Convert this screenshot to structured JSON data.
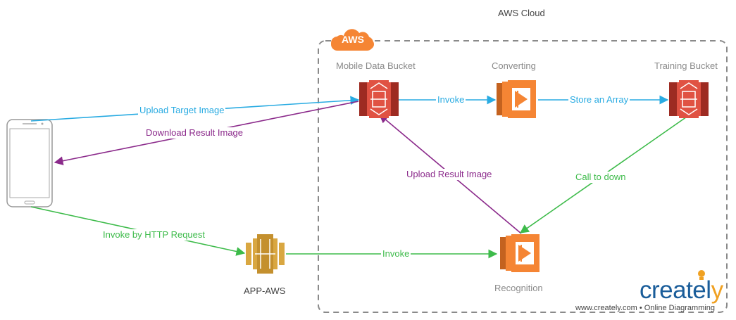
{
  "diagram": {
    "cloud_title": "AWS Cloud",
    "aws_badge": "AWS",
    "nodes": {
      "mobile_data_bucket": "Mobile Data Bucket",
      "converting": "Converting",
      "training_bucket": "Training Bucket",
      "recognition": "Recognition",
      "app_aws": "APP-AWS"
    },
    "edges": {
      "upload_target": "Upload Target Image",
      "download_result": "Download Result Image",
      "invoke_convert": "Invoke",
      "store_array": "Store an Array",
      "upload_result": "Upload Result Image",
      "call_to_down": "Call to down",
      "invoke_http": "Invoke by HTTP Request",
      "invoke_recognition": "Invoke"
    },
    "colors": {
      "cyan": "#29abe2",
      "purple": "#8b2a8b",
      "green": "#3dbb4a",
      "s3_red": "#e05243",
      "lambda_orange": "#f58534",
      "apigw_gold": "#d9a741"
    }
  },
  "branding": {
    "logo_main": "createl",
    "logo_y": "y",
    "tagline": "www.creately.com • Online Diagramming"
  }
}
